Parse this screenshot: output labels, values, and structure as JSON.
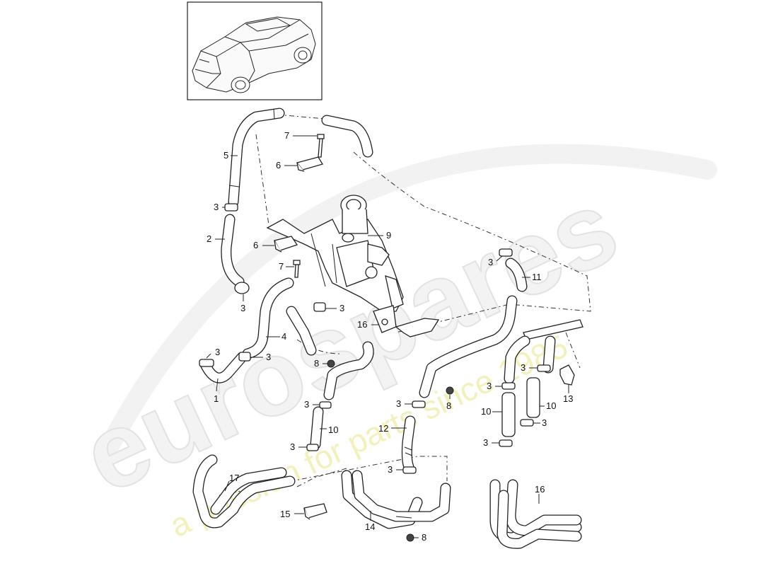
{
  "watermark": {
    "brand": "eurospares",
    "tagline": "a passion for parts since 1985"
  },
  "callouts": [
    {
      "id": "c5a",
      "text": "5"
    },
    {
      "id": "c7a",
      "text": "7"
    },
    {
      "id": "c6a",
      "text": "6"
    },
    {
      "id": "c3a",
      "text": "3"
    },
    {
      "id": "c2",
      "text": "2"
    },
    {
      "id": "c6b",
      "text": "6"
    },
    {
      "id": "c9",
      "text": "9"
    },
    {
      "id": "c7b",
      "text": "7"
    },
    {
      "id": "c3b",
      "text": "3"
    },
    {
      "id": "c3c",
      "text": "3"
    },
    {
      "id": "c3d",
      "text": "3"
    },
    {
      "id": "c11",
      "text": "11"
    },
    {
      "id": "c16a",
      "text": "16"
    },
    {
      "id": "c4",
      "text": "4"
    },
    {
      "id": "c3e",
      "text": "3"
    },
    {
      "id": "c3f",
      "text": "3"
    },
    {
      "id": "c8a",
      "text": "8"
    },
    {
      "id": "c1",
      "text": "1"
    },
    {
      "id": "c3g",
      "text": "3"
    },
    {
      "id": "c3h",
      "text": "3"
    },
    {
      "id": "c13",
      "text": "13"
    },
    {
      "id": "c3i",
      "text": "3"
    },
    {
      "id": "c3j",
      "text": "3"
    },
    {
      "id": "c8b",
      "text": "8"
    },
    {
      "id": "c10a",
      "text": "10"
    },
    {
      "id": "c10b",
      "text": "10"
    },
    {
      "id": "c10c",
      "text": "10"
    },
    {
      "id": "c12",
      "text": "12"
    },
    {
      "id": "c3k",
      "text": "3"
    },
    {
      "id": "c3l",
      "text": "3"
    },
    {
      "id": "c3m",
      "text": "3"
    },
    {
      "id": "c3n",
      "text": "3"
    },
    {
      "id": "c17",
      "text": "17"
    },
    {
      "id": "c16b",
      "text": "16"
    },
    {
      "id": "c15",
      "text": "15"
    },
    {
      "id": "c14",
      "text": "14"
    },
    {
      "id": "c8c",
      "text": "8"
    }
  ]
}
